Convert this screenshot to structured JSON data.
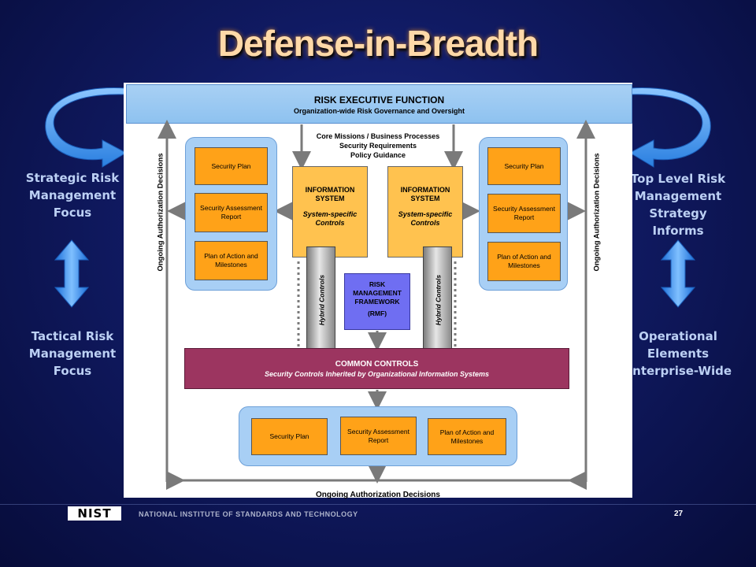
{
  "title": "Defense-in-Breadth",
  "risk_executive": {
    "title": "RISK EXECUTIVE FUNCTION",
    "subtitle": "Organization-wide Risk Governance and Oversight"
  },
  "core_guidance": [
    "Core Missions / Business Processes",
    "Security Requirements",
    "Policy Guidance"
  ],
  "left_panel": [
    "Security Plan",
    "Security Assessment Report",
    "Plan of Action and Milestones"
  ],
  "right_panel": [
    "Security Plan",
    "Security Assessment Report",
    "Plan of Action and Milestones"
  ],
  "bottom_panel": [
    "Security Plan",
    "Security Assessment Report",
    "Plan of Action and Milestones"
  ],
  "info_systems": [
    {
      "title": "INFORMATION SYSTEM",
      "subtitle": "System-specific Controls"
    },
    {
      "title": "INFORMATION SYSTEM",
      "subtitle": "System-specific Controls"
    }
  ],
  "hybrid_label": "Hybrid Controls",
  "rmf": {
    "line1": "RISK",
    "line2": "MANAGEMENT",
    "line3": "FRAMEWORK",
    "line4": "(RMF)"
  },
  "common_controls": {
    "title": "COMMON CONTROLS",
    "subtitle": "Security Controls Inherited by Organizational Information Systems"
  },
  "ongoing_label": "Ongoing Authorization Decisions",
  "left_side": {
    "top": [
      "Strategic Risk",
      "Management",
      "Focus"
    ],
    "bottom": [
      "Tactical Risk",
      "Management",
      "Focus"
    ]
  },
  "right_side": {
    "top": [
      "Top Level Risk",
      "Management",
      "Strategy Informs"
    ],
    "bottom": [
      "Operational",
      "Elements",
      "Enterprise-Wide"
    ]
  },
  "footer": {
    "logo": "NIST",
    "organization": "NATIONAL INSTITUTE OF STANDARDS AND TECHNOLOGY",
    "page_number": "27"
  },
  "colors": {
    "background": "#101a62",
    "title": "#ffd9a8",
    "risk_exec": "#a8d0f4",
    "orange_box": "#ffa218",
    "info_system": "#ffc24f",
    "rmf": "#6f6ef2",
    "common_controls": "#9c3560",
    "side_arrow": "#3a8fe8"
  }
}
